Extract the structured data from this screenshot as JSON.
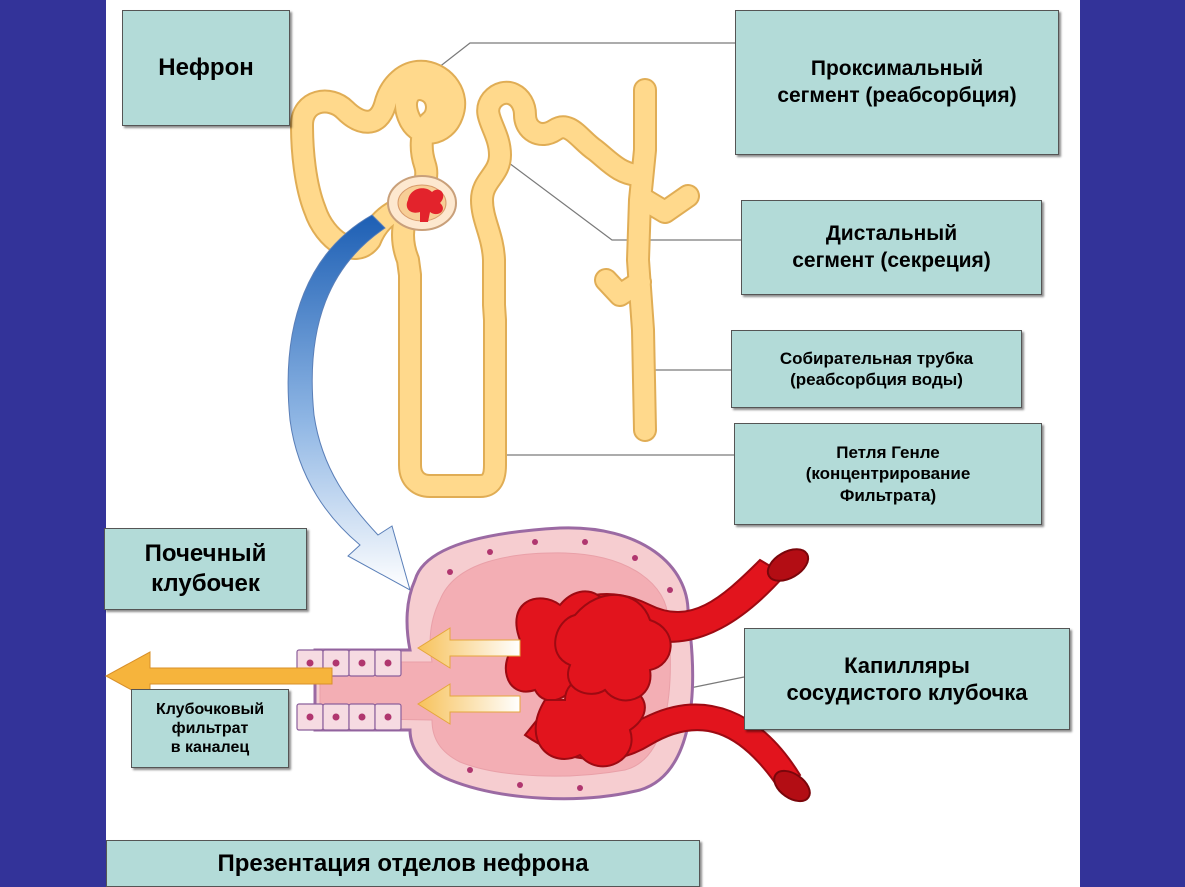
{
  "colors": {
    "side_bands": "#333399",
    "label_fill": "#b3dbd8",
    "tubule": "#ffd98c",
    "tubule_edge": "#e0ad55",
    "blood_vessel": "#e2141d",
    "capsule": "#f9bdc4",
    "arrow": "#f6b43c"
  },
  "labels": {
    "nephron": "Нефрон",
    "proximal": "Проксимальный\nсегмент (реабсорбция)",
    "distal": "Дистальный\nсегмент (секреция)",
    "collecting": "Собирательная трубка\n(реабсорбция воды)",
    "henle": "Петля Генле\n(концентрирование\nФильтрата)",
    "glomerulus": "Почечный\nклубочек",
    "filtrate": "Клубочковый\nфильтрат\nв каналец",
    "capillaries": "Капилляры\nсосудистого клубочка",
    "title": "Презентация отделов нефрона"
  },
  "icons": {
    "flow_arrow": "curved-arrow-icon",
    "filtrate_arrow": "arrow-left-icon"
  }
}
